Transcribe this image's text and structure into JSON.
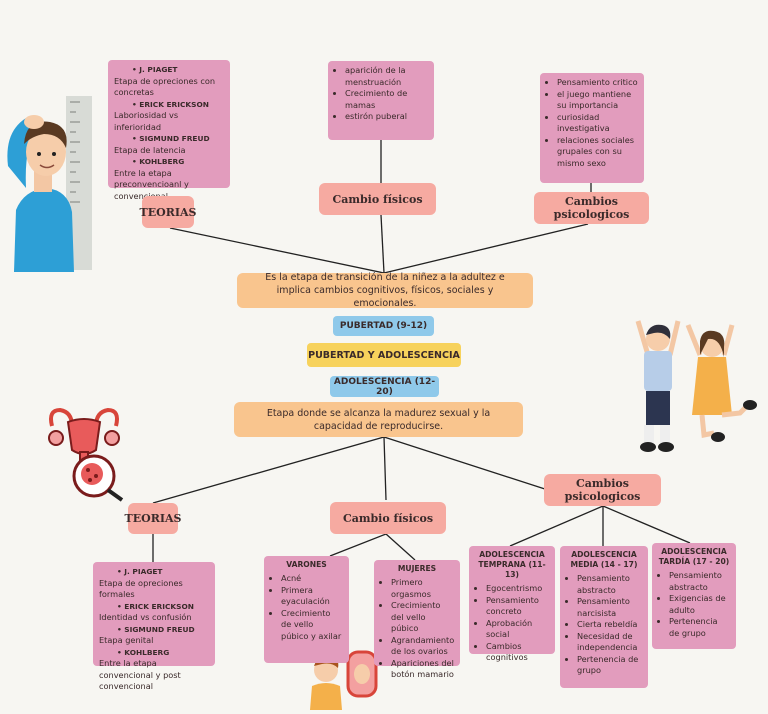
{
  "center": {
    "description_top": "Es la etapa de transición de la niñez a la adultez e implica cambios cognitivos, físicos, sociales y emocionales.",
    "pubertad_label": "PUBERTAD (9-12)",
    "main_title": "PUBERTAD Y ADOLESCENCIA",
    "adolescencia_label": "ADOLESCENCIA (12-20)",
    "description_bottom": "Etapa donde se alcanza la madurez sexual y la capacidad de reproducirse."
  },
  "top": {
    "teorias_label": "TEORIAS",
    "fisicos_label": "Cambio físicos",
    "psicologicos_label": "Cambios psicologicos",
    "teorias_lines": [
      {
        "kind": "head",
        "text": "J. PIAGET"
      },
      {
        "kind": "text",
        "text": "Etapa de opreciones con concretas"
      },
      {
        "kind": "head",
        "text": "ERICK ERICKSON"
      },
      {
        "kind": "text",
        "text": "Laboriosidad vs inferioridad"
      },
      {
        "kind": "head",
        "text": "SIGMUND FREUD"
      },
      {
        "kind": "text",
        "text": "Etapa de latencia"
      },
      {
        "kind": "head",
        "text": "KOHLBERG"
      },
      {
        "kind": "text",
        "text": "Entre la etapa preconvencioanl y convencional"
      }
    ],
    "fisicos_items": [
      "aparición de la menstruación",
      "Crecimiento de mamas",
      "estirón puberal"
    ],
    "psicologicos_items": [
      "Pensamiento critico",
      "el juego mantiene su importancia",
      "curiosidad investigativa",
      "relaciones sociales grupales con su mismo sexo"
    ]
  },
  "bottom": {
    "teorias_label": "TEORIAS",
    "fisicos_label": "Cambio físicos",
    "psicologicos_label": "Cambios psicologicos",
    "teorias_lines": [
      {
        "kind": "head",
        "text": "J. PIAGET"
      },
      {
        "kind": "text",
        "text": "Etapa de opreciones formales"
      },
      {
        "kind": "head",
        "text": "ERICK ERICKSON"
      },
      {
        "kind": "text",
        "text": "Identidad vs confusión"
      },
      {
        "kind": "head",
        "text": "SIGMUND FREUD"
      },
      {
        "kind": "text",
        "text": "Etapa genital"
      },
      {
        "kind": "head",
        "text": "KOHLBERG"
      },
      {
        "kind": "text",
        "text": "Entre la etapa convencional y post convencional"
      }
    ],
    "varones": {
      "title": "VARONES",
      "items": [
        "Acné",
        "Primera eyaculación",
        "Crecimiento de vello púbico y axilar"
      ]
    },
    "mujeres": {
      "title": "MUJERES",
      "items": [
        "Primero orgasmos",
        "Crecimiento del vello púbico",
        "Agrandamiento de los ovarios",
        "Apariciones del botón mamario"
      ]
    },
    "temprana": {
      "title": "ADOLESCENCIA TEMPRANA (11-13)",
      "items": [
        "Egocentrismo",
        "Pensamiento concreto",
        "Aprobación social",
        "Cambios cognitivos"
      ]
    },
    "media": {
      "title": "ADOLESCENCIA MEDIA (14 - 17)",
      "items": [
        "Pensamiento abstracto",
        "Pensamiento narcisista",
        "Cierta rebeldía",
        "Necesidad de independencia",
        "Pertenencia de grupo"
      ]
    },
    "tardia": {
      "title": "ADOLESCENCIA TARDÍA (17 - 20)",
      "items": [
        "Pensamiento abstracto",
        "Exigencias de adulto",
        "Pertenencia de grupo"
      ]
    }
  },
  "colors": {
    "background": "#f7f6f2",
    "pink": "#e29cbd",
    "salmon": "#f6aaa1",
    "orange": "#f9c58e",
    "blue": "#8fc9ea",
    "yellow": "#f7d25c"
  }
}
